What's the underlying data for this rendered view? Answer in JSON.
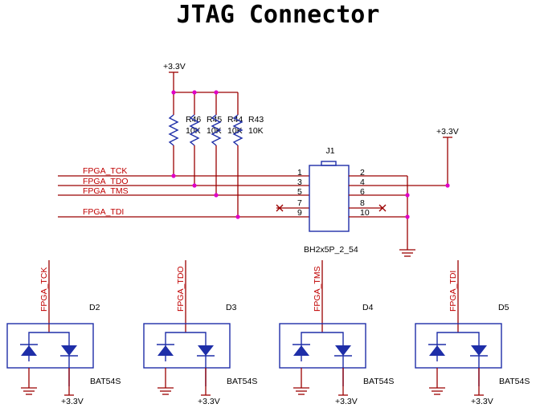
{
  "title": "JTAG Connector",
  "power": {
    "vcc": "+3.3V"
  },
  "resistors": [
    {
      "ref": "R46",
      "value": "10K"
    },
    {
      "ref": "R45",
      "value": "10K"
    },
    {
      "ref": "R44",
      "value": "10K"
    },
    {
      "ref": "R43",
      "value": "10K"
    }
  ],
  "nets": {
    "tck": "FPGA_TCK",
    "tdo": "FPGA_TDO",
    "tms": "FPGA_TMS",
    "tdi": "FPGA_TDI"
  },
  "connector": {
    "ref": "J1",
    "footprint": "BH2x5P_2_54",
    "pins_left": [
      "1",
      "3",
      "5",
      "7",
      "9"
    ],
    "pins_right": [
      "2",
      "4",
      "6",
      "8",
      "10"
    ]
  },
  "diodes": [
    {
      "ref": "D2",
      "part": "BAT54S",
      "net": "FPGA_TCK",
      "supply": "+3.3V"
    },
    {
      "ref": "D3",
      "part": "BAT54S",
      "net": "FPGA_TDO",
      "supply": "+3.3V"
    },
    {
      "ref": "D4",
      "part": "BAT54S",
      "net": "FPGA_TMS",
      "supply": "+3.3V"
    },
    {
      "ref": "D5",
      "part": "BAT54S",
      "net": "FPGA_TDI",
      "supply": "+3.3V"
    }
  ],
  "colors": {
    "wire": "#9b0000",
    "component": "#1e2ea8",
    "junction": "#e000c8",
    "net_label": "#c00000"
  }
}
